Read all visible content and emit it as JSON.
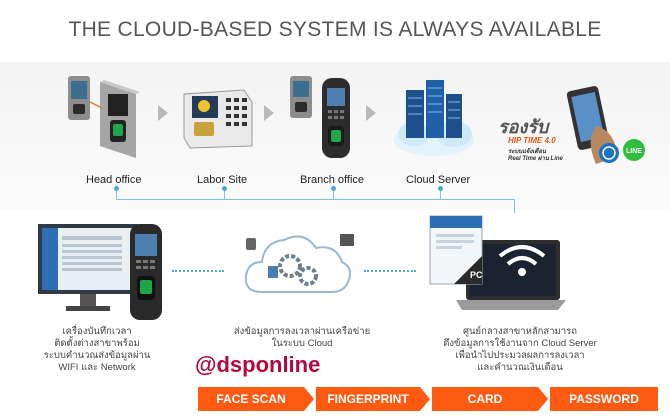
{
  "title": "THE CLOUD-BASED SYSTEM IS ALWAYS AVAILABLE",
  "nodes": [
    {
      "label": "Head office"
    },
    {
      "label": "Labor Site"
    },
    {
      "label": "Branch office"
    },
    {
      "label": "Cloud Server"
    }
  ],
  "badge": {
    "title": "รองรับ",
    "product": "HIP TIME 4.0",
    "line1": "ระบบแจ้งเตือน",
    "line2": "Real Time ผ่าน Line"
  },
  "captions": {
    "left": [
      "เครื่องบันทึกเวลา",
      "ติดตั้งต่างสาขาพร้อม",
      "ระบบคำนวณส่งข้อมูลผ่าน",
      "WIFI และ Network"
    ],
    "middle": [
      "ส่งข้อมูลการลงเวลาผ่านเครือข่าย",
      "ในระบบ Cloud"
    ],
    "right": [
      "ศูนย์กลางสาขาหลักสามารถ",
      "ดึงข้อมูลการใช้งานจาก Cloud Server",
      "เพื่อนำไปประมวลผลการลงเวลา",
      "และคำนวณเงินเดือน"
    ]
  },
  "watermark": "@dsponline",
  "tabs": [
    "FACE SCAN",
    "FINGERPRINT",
    "CARD",
    "PASSWORD"
  ],
  "device_labels": {
    "pc": "PC",
    "line": "LINE"
  },
  "colors": {
    "accent_orange": "#ff5a12",
    "line_blue": "#4aa9d8",
    "watermark": "#b5093b"
  }
}
